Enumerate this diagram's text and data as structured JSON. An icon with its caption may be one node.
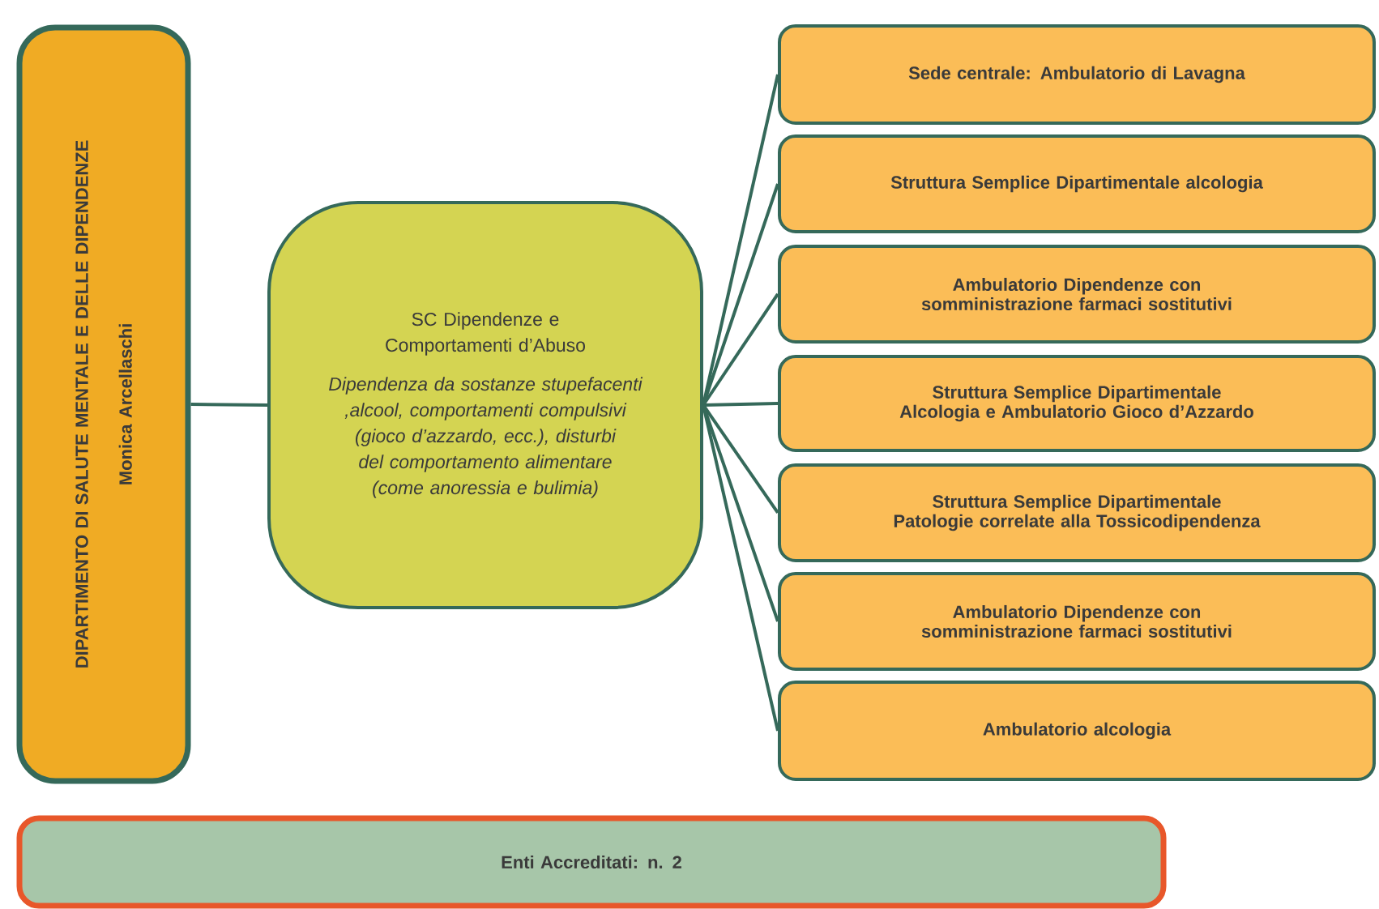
{
  "diagram": {
    "nodes": [
      {
        "text": [
          "DIPARTIMENTO DI SALUTE MENTALE E DELLE DIPENDENZE",
          "Monica Arcellaschi"
        ]
      },
      {
        "text": [
          "SC Dipendenze e Comportamenti d’Abuso",
          "Dipendenza da sostanze stupefacenti ,alcool, comportamenti compulsivi (gioco d’azzardo, ecc.), disturbi del comportamento alimentare (come anoressia e bulimia)"
        ]
      },
      {
        "text": [
          "Sede centrale: Ambulatorio di Lavagna"
        ]
      },
      {
        "text": [
          "Struttura Semplice Dipartimentale alcologia"
        ]
      },
      {
        "text": [
          "Ambulatorio Dipendenze con somministrazione farmaci sostitutivi"
        ]
      },
      {
        "text": [
          "Struttura Semplice Dipartimentale Alcologia e Ambulatorio Gioco d’Azzardo"
        ]
      },
      {
        "text": [
          "Struttura Semplice Dipartimentale Patologie correlate alla Tossicodipendenza"
        ]
      },
      {
        "text": [
          "Ambulatorio Dipendenze con somministrazione farmaci sostitutivi"
        ]
      },
      {
        "text": [
          "Ambulatorio alcologia"
        ]
      },
      {
        "text": [
          "Enti Accreditati: n. 2"
        ]
      }
    ],
    "edges": [
      {
        "from": 0,
        "to": 1,
        "arrow": "none"
      },
      {
        "from": 1,
        "to": 2,
        "arrow": "none"
      },
      {
        "from": 1,
        "to": 3,
        "arrow": "none"
      },
      {
        "from": 1,
        "to": 4,
        "arrow": "none"
      },
      {
        "from": 1,
        "to": 5,
        "arrow": "none"
      },
      {
        "from": 1,
        "to": 6,
        "arrow": "none"
      },
      {
        "from": 1,
        "to": 7,
        "arrow": "none"
      },
      {
        "from": 1,
        "to": 8,
        "arrow": "none"
      }
    ]
  }
}
